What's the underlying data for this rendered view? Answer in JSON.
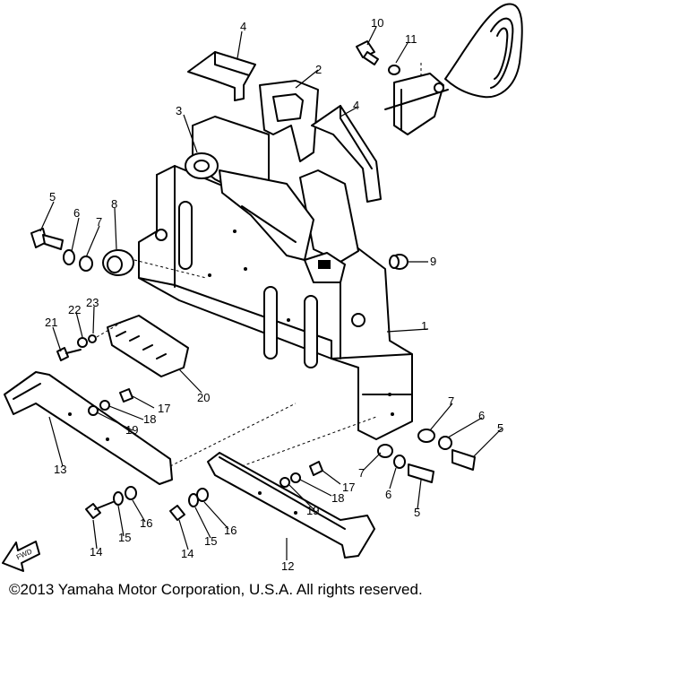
{
  "copyright": "©2013 Yamaha Motor Corporation, U.S.A. All rights reserved.",
  "fwd_label": "FWD",
  "callouts": [
    "1",
    "2",
    "3",
    "4",
    "4",
    "5",
    "5",
    "5",
    "6",
    "6",
    "6",
    "7",
    "7",
    "7",
    "8",
    "9",
    "10",
    "11",
    "12",
    "13",
    "14",
    "14",
    "15",
    "15",
    "16",
    "16",
    "17",
    "17",
    "18",
    "18",
    "19",
    "19",
    "20",
    "21",
    "22",
    "23"
  ],
  "colors": {
    "line": "#000000",
    "background": "#ffffff"
  }
}
